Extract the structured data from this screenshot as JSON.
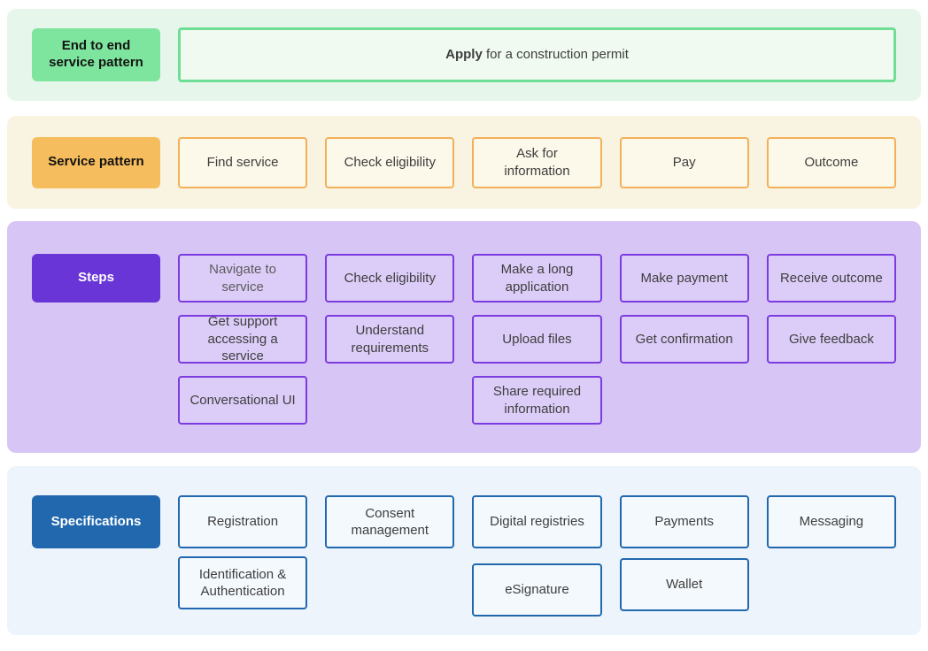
{
  "colors": {
    "green_band_bg": "#E7F6EA",
    "green_label_bg": "#7EE59E",
    "green_box_border": "#6FDE95",
    "green_box_fill": "#F0FAF0",
    "yellow_band_bg": "#F9F3E1",
    "yellow_label_bg": "#F5BD5D",
    "yellow_box_border": "#F2B158",
    "yellow_box_fill": "#FCF8EA",
    "purple_band_bg": "#D7C6F5",
    "purple_label_bg": "#6A35D6",
    "purple_box_border": "#7B3BE0",
    "purple_box_fill": "#DCCDF8",
    "blue_band_bg": "#EDF4FB",
    "blue_label_bg": "#2268AE",
    "blue_box_border": "#2268AE",
    "blue_box_fill": "#F4F9FD"
  },
  "bands": {
    "end_to_end": {
      "label": "End to end service pattern",
      "item_bold": "Apply",
      "item_rest": " for a construction permit"
    },
    "service_pattern": {
      "label": "Service pattern",
      "items": [
        "Find service",
        "Check eligibility",
        "Ask for information",
        "Pay",
        "Outcome"
      ]
    },
    "steps": {
      "label": "Steps",
      "columns": [
        [
          "Navigate to service",
          "Get support accessing a service",
          "Conversational UI"
        ],
        [
          "Check eligibility",
          "Understand requirements"
        ],
        [
          "Make a long application",
          "Upload files",
          "Share required information"
        ],
        [
          "Make payment",
          "Get confirmation"
        ],
        [
          "Receive outcome",
          "Give feedback"
        ]
      ]
    },
    "specifications": {
      "label": "Specifications",
      "columns": [
        [
          "Registration",
          "Identification & Authentication"
        ],
        [
          "Consent management"
        ],
        [
          "Digital registries",
          "eSignature"
        ],
        [
          "Payments",
          "Wallet"
        ],
        [
          "Messaging"
        ]
      ]
    }
  }
}
